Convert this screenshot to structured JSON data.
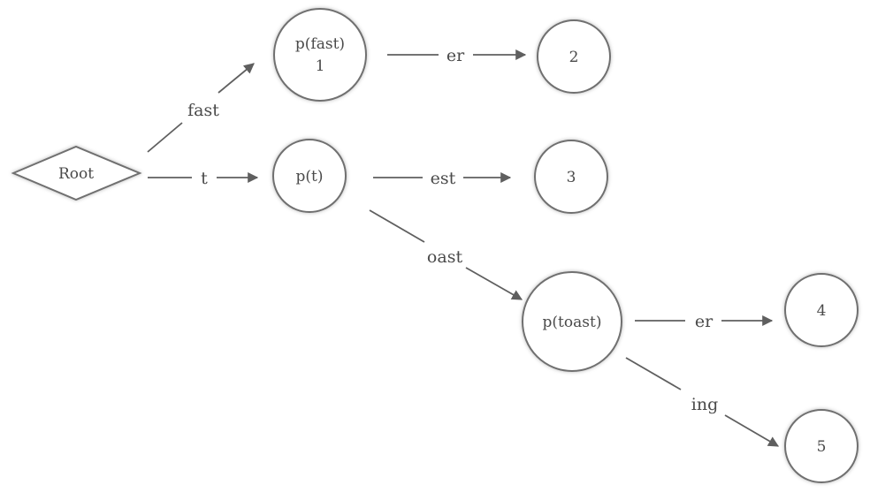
{
  "nodes": {
    "root": {
      "label": "Root"
    },
    "p_fast": {
      "line1": "p(fast)",
      "line2": "1"
    },
    "n2": {
      "label": "2"
    },
    "p_t": {
      "label": "p(t)"
    },
    "n3": {
      "label": "3"
    },
    "p_toast": {
      "label": "p(toast)"
    },
    "n4": {
      "label": "4"
    },
    "n5": {
      "label": "5"
    }
  },
  "edges": {
    "root_fast": {
      "label": "fast"
    },
    "root_t": {
      "label": "t"
    },
    "fast_2": {
      "label": "er"
    },
    "t_3": {
      "label": "est"
    },
    "t_toast": {
      "label": "oast"
    },
    "toast_4": {
      "label": "er"
    },
    "toast_5": {
      "label": "ing"
    }
  },
  "colors": {
    "stroke": "#6f6f6f",
    "text": "#4a4a4a",
    "background": "#ffffff"
  }
}
